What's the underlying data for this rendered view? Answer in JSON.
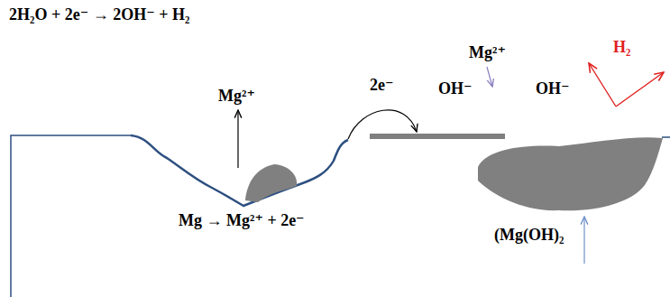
{
  "diagram": {
    "labels": [
      "2H₂O + 2e⁻ → 2OH⁻ + H₂",
      "Mg²⁺",
      "2e⁻",
      "Mg²⁺",
      "OH⁻",
      "OH⁻",
      "H₂",
      "Mg → Mg²⁺ + 2e⁻",
      "(Mg(OH)₂"
    ]
  }
}
